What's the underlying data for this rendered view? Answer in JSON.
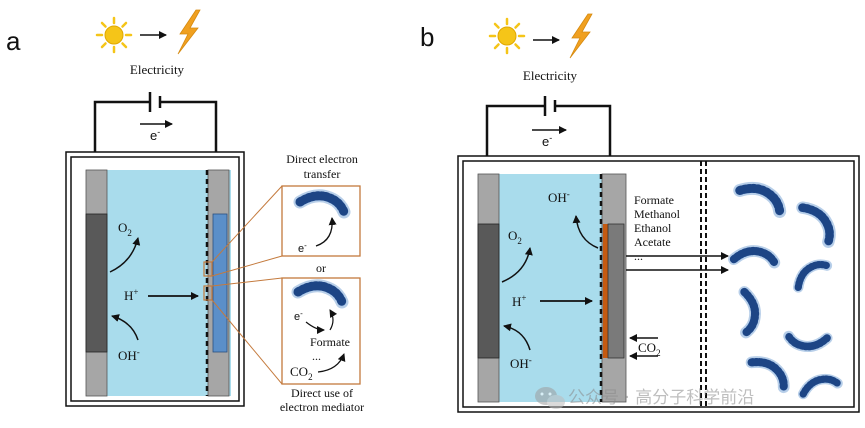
{
  "panel_a": {
    "label": "a",
    "electricity": "Electricity",
    "electron": "e",
    "electron_sup": "-",
    "o2": "O",
    "o2_sub": "2",
    "hplus": "H",
    "hplus_sup": "+",
    "oh": "OH",
    "oh_sup": "-",
    "direct_transfer_1": "Direct electron",
    "direct_transfer_2": "transfer",
    "or": "or",
    "inset_e": "e",
    "inset_e_sup": "-",
    "mediator_e": "e",
    "mediator_e_sup": "-",
    "formate": "Formate",
    "ellipsis": "...",
    "co2": "CO",
    "co2_sub": "2",
    "mediator_1": "Direct use of",
    "mediator_2": "electron mediator"
  },
  "panel_b": {
    "label": "b",
    "electricity": "Electricity",
    "electron": "e",
    "electron_sup": "-",
    "oh_top": "OH",
    "oh_top_sup": "-",
    "o2": "O",
    "o2_sub": "2",
    "hplus": "H",
    "hplus_sup": "+",
    "oh_bottom": "OH",
    "oh_bottom_sup": "-",
    "products": [
      "Formate",
      "Methanol",
      "Ethanol",
      "Acetate",
      "..."
    ],
    "co2": "CO",
    "co2_sub": "2"
  },
  "watermark": "公众号 · 高分子科学前沿",
  "colors": {
    "electrolyte": "#a9dcec",
    "electrode_light": "#a6a6a6",
    "electrode_dark": "#595959",
    "cathode_blue": "#5b8fc9",
    "cathode_orange": "#c55a11",
    "inset_border": "#c47a3d",
    "sun": "#f5c518",
    "bolt": "#f0a020",
    "bacteria": "#3a6fb5"
  },
  "icons": [
    "sun-icon",
    "lightning-icon",
    "bacterium-icon",
    "wechat-icon"
  ]
}
